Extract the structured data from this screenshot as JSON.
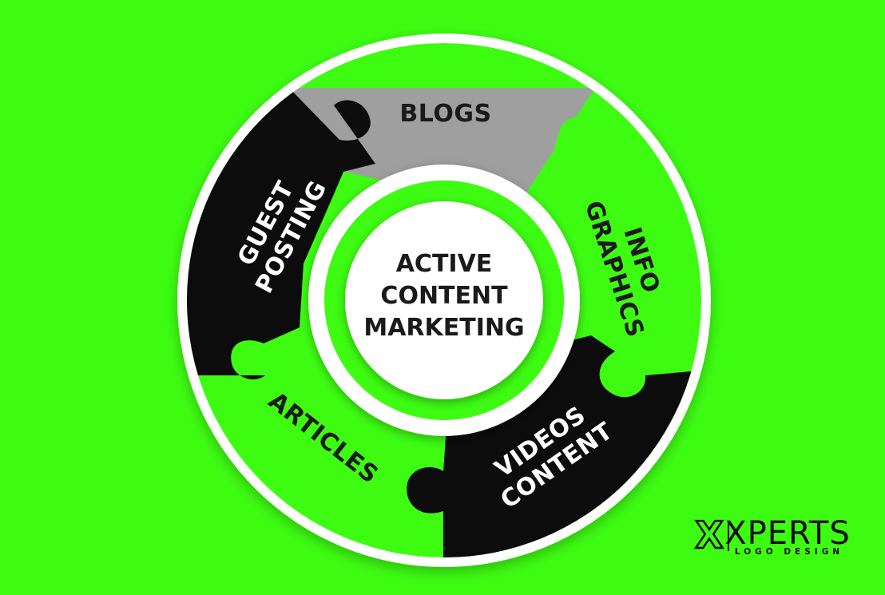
{
  "colors": {
    "background": "#3dfc12",
    "ring": "#ffffff",
    "segment_dark": "#0c0c0c",
    "segment_gray": "#9f9f9f",
    "segment_green": "#3dfc12",
    "text_dark": "#1a1a1a",
    "text_light": "#ffffff"
  },
  "diagram": {
    "center": {
      "lines": [
        "ACTIVE",
        "CONTENT",
        "MARKETING"
      ]
    },
    "segments": [
      {
        "id": "blogs",
        "lines": [
          "BLOGS"
        ]
      },
      {
        "id": "info-graphics",
        "lines": [
          "INFO",
          "GRAPHICS"
        ]
      },
      {
        "id": "videos-content",
        "lines": [
          "VIDEOS",
          "CONTENT"
        ]
      },
      {
        "id": "articles",
        "lines": [
          "ARTICLES"
        ]
      },
      {
        "id": "guest-posting",
        "lines": [
          "GUEST",
          "POSTING"
        ]
      }
    ]
  },
  "logo": {
    "mark": "X",
    "name": "XPERTS",
    "tagline": "LOGO DESIGN"
  }
}
